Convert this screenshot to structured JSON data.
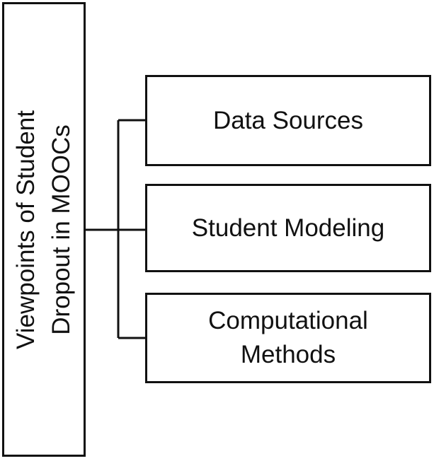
{
  "diagram": {
    "root": {
      "line1": "Viewpoints of Student",
      "line2": "Dropout in MOOCs"
    },
    "children": [
      {
        "label": "Data Sources"
      },
      {
        "label": "Student Modeling"
      },
      {
        "line1": "Computational",
        "line2": "Methods"
      }
    ]
  }
}
